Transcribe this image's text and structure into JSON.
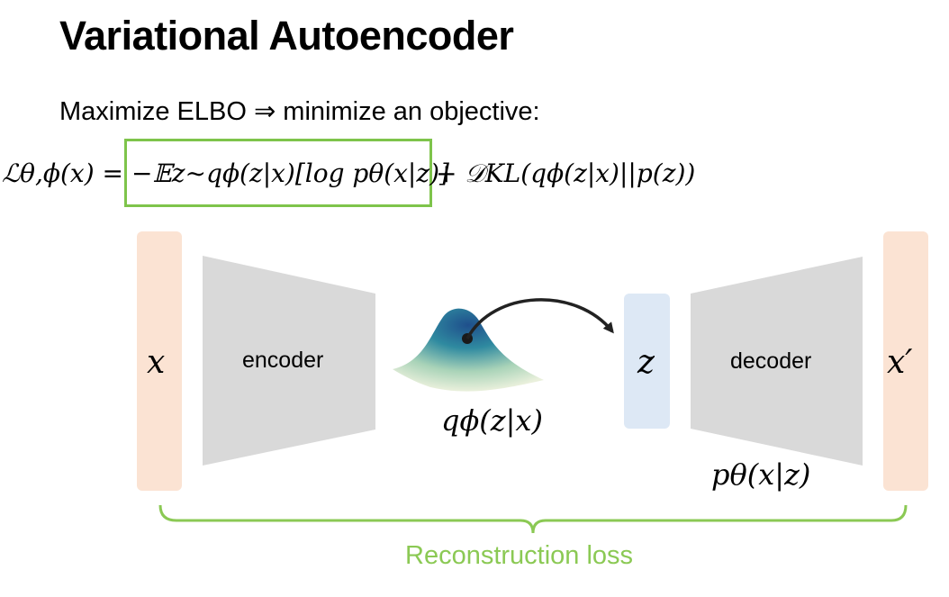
{
  "slide": {
    "title": "Variational Autoencoder",
    "subtitle": "Maximize ELBO ⇒ minimize an objective:"
  },
  "formula": {
    "lhs": "ℒθ,ϕ(x) =",
    "boxed_term": "−𝔼z∼qϕ(z|x)[log pθ(x|z)]",
    "rhs": "+ 𝒟KL(qϕ(z|x)||p(z))"
  },
  "diagram": {
    "input_label": "x",
    "encoder_label": "encoder",
    "posterior_label": "qϕ(z|x)",
    "latent_label": "z",
    "decoder_label": "decoder",
    "likelihood_label": "pθ(x|z)",
    "output_label": "x′",
    "reconstruction_label": "Reconstruction loss"
  },
  "colors": {
    "highlight_green": "#7ec44b",
    "io_block": "#fbe3d3",
    "latent_block": "#dde8f5",
    "net_block": "#d9d9d9"
  }
}
